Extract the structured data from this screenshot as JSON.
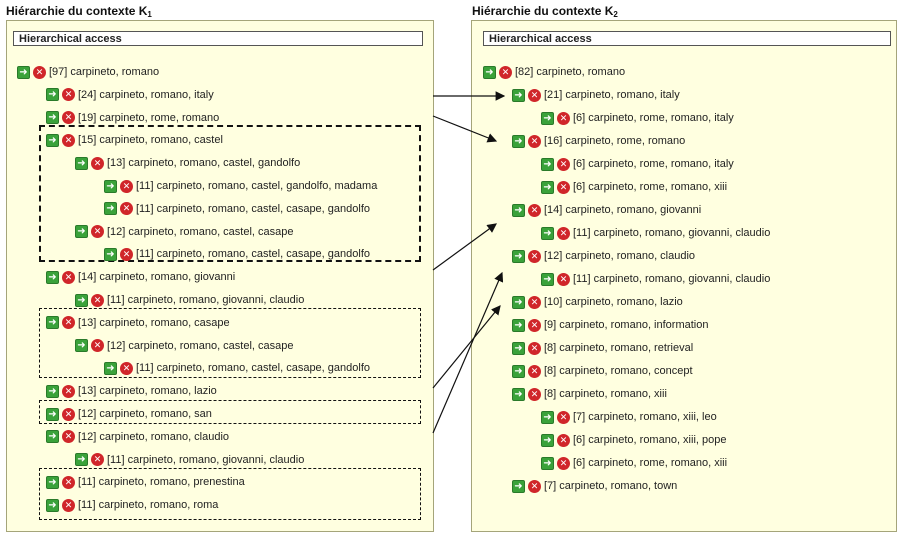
{
  "contexts": {
    "k1": {
      "title": "Hiérarchie du contexte K",
      "sub": "1"
    },
    "k2": {
      "title": "Hiérarchie du contexte K",
      "sub": "2"
    }
  },
  "panel_header": "Hierarchical access",
  "icons": {
    "go": "green-arrow-icon",
    "delete": "red-x-icon"
  },
  "colors": {
    "panel_bg": "#ffffe0",
    "go": "#3aa23a",
    "delete": "#d0262a"
  },
  "left_items": [
    {
      "text": "[97] carpineto, romano",
      "depth": 0
    },
    {
      "text": "[24] carpineto, romano, italy",
      "depth": 1
    },
    {
      "text": "[19] carpineto, rome, romano",
      "depth": 1
    },
    {
      "text": "[15] carpineto, romano, castel",
      "depth": 1
    },
    {
      "text": "[13] carpineto, romano, castel, gandolfo",
      "depth": 2
    },
    {
      "text": "[11] carpineto, romano, castel, gandolfo, madama",
      "depth": 3
    },
    {
      "text": "[11] carpineto, romano, castel, casape, gandolfo",
      "depth": 3
    },
    {
      "text": "[12] carpineto, romano, castel, casape",
      "depth": 2
    },
    {
      "text": "[11] carpineto, romano, castel, casape, gandolfo",
      "depth": 3
    },
    {
      "text": "[14] carpineto, romano, giovanni",
      "depth": 1
    },
    {
      "text": "[11] carpineto, romano, giovanni, claudio",
      "depth": 2
    },
    {
      "text": "[13] carpineto, romano, casape",
      "depth": 1
    },
    {
      "text": "[12] carpineto, romano, castel, casape",
      "depth": 2
    },
    {
      "text": "[11] carpineto, romano, castel, casape, gandolfo",
      "depth": 3
    },
    {
      "text": "[13] carpineto, romano, lazio",
      "depth": 1
    },
    {
      "text": "[12] carpineto, romano, san",
      "depth": 1
    },
    {
      "text": "[12] carpineto, romano, claudio",
      "depth": 1
    },
    {
      "text": "[11] carpineto, romano, giovanni, claudio",
      "depth": 2
    },
    {
      "text": "[11] carpineto, romano, prenestina",
      "depth": 1
    },
    {
      "text": "[11] carpineto, romano, roma",
      "depth": 1
    }
  ],
  "right_items": [
    {
      "text": "[82] carpineto, romano",
      "depth": 0
    },
    {
      "text": "[21] carpineto, romano, italy",
      "depth": 1
    },
    {
      "text": "[6] carpineto, rome, romano, italy",
      "depth": 2
    },
    {
      "text": "[16] carpineto, rome, romano",
      "depth": 1
    },
    {
      "text": "[6] carpineto, rome, romano, italy",
      "depth": 2
    },
    {
      "text": "[6] carpineto, rome, romano, xiii",
      "depth": 2
    },
    {
      "text": "[14] carpineto, romano, giovanni",
      "depth": 1
    },
    {
      "text": "[11] carpineto, romano, giovanni, claudio",
      "depth": 2
    },
    {
      "text": "[12] carpineto, romano, claudio",
      "depth": 1
    },
    {
      "text": "[11] carpineto, romano, giovanni, claudio",
      "depth": 2
    },
    {
      "text": "[10] carpineto, romano, lazio",
      "depth": 1
    },
    {
      "text": "[9] carpineto, romano, information",
      "depth": 1
    },
    {
      "text": "[8] carpineto, romano, retrieval",
      "depth": 1
    },
    {
      "text": "[8] carpineto, romano, concept",
      "depth": 1
    },
    {
      "text": "[8] carpineto, romano, xiii",
      "depth": 1
    },
    {
      "text": "[7] carpineto, romano, xiii, leo",
      "depth": 2
    },
    {
      "text": "[6] carpineto, romano, xiii, pope",
      "depth": 2
    },
    {
      "text": "[6] carpineto, rome, romano, xiii",
      "depth": 2
    },
    {
      "text": "[7] carpineto, romano, town",
      "depth": 1
    }
  ]
}
